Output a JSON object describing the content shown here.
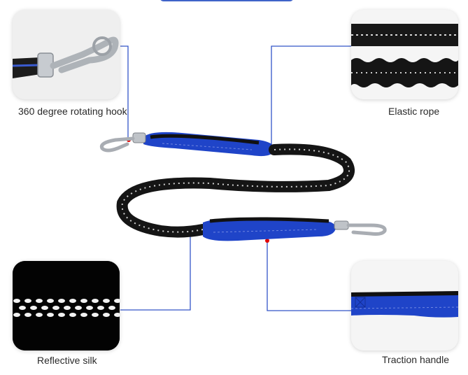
{
  "features": [
    {
      "id": "hook",
      "label": "360 degree rotating hook"
    },
    {
      "id": "rope",
      "label": "Elastic rope"
    },
    {
      "id": "silk",
      "label": "Reflective silk"
    },
    {
      "id": "handle",
      "label": "Traction handle"
    }
  ],
  "colors": {
    "leash_blue": "#1f44c8",
    "leash_black": "#1a1a1a",
    "connector_line": "#3355c8",
    "marker_dot": "#e00000",
    "reflective": "#f2f2f2"
  }
}
